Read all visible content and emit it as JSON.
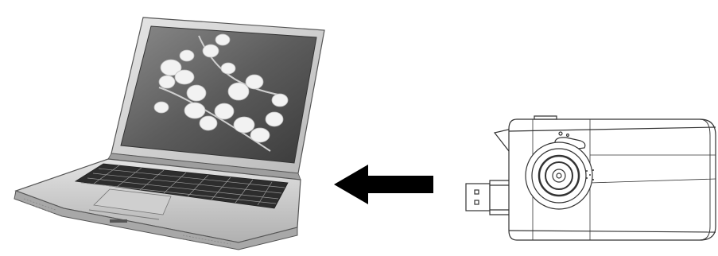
{
  "diagram": {
    "nodes": [
      {
        "id": "laptop",
        "kind": "laptop-computer",
        "screen_image": "lily-of-the-valley-flowers"
      },
      {
        "id": "device",
        "kind": "usb-camera-device"
      }
    ],
    "edges": [
      {
        "from": "device",
        "to": "laptop",
        "style": "solid-black-arrow"
      }
    ]
  },
  "colors": {
    "background": "#ffffff",
    "arrow": "#000000",
    "outline": "#333333",
    "laptop_body": "#dcdcdc",
    "screen": "#6e6e6e"
  }
}
